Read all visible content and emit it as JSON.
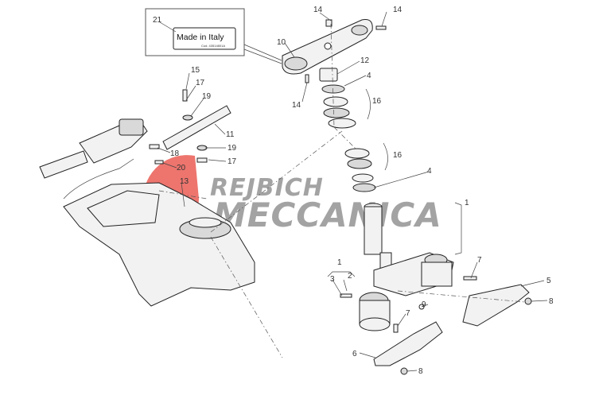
{
  "inset": {
    "label_text": "Made in Italy",
    "label_code": "Cod. 43514801A"
  },
  "watermark": {
    "line1": "REJBICH",
    "line2": "MECCANICA",
    "colors": {
      "logo_red": "#e8534a",
      "text_gray": "#6b6b6b"
    }
  },
  "callouts": [
    {
      "id": "c21",
      "text": "21"
    },
    {
      "id": "c14a",
      "text": "14"
    },
    {
      "id": "c14b",
      "text": "14"
    },
    {
      "id": "c10",
      "text": "10"
    },
    {
      "id": "c12",
      "text": "12"
    },
    {
      "id": "c14c",
      "text": "14"
    },
    {
      "id": "c4a",
      "text": "4"
    },
    {
      "id": "c16a",
      "text": "16"
    },
    {
      "id": "c15",
      "text": "15"
    },
    {
      "id": "c17a",
      "text": "17"
    },
    {
      "id": "c19a",
      "text": "19"
    },
    {
      "id": "c11",
      "text": "11"
    },
    {
      "id": "c18",
      "text": "18"
    },
    {
      "id": "c19b",
      "text": "19"
    },
    {
      "id": "c17b",
      "text": "17"
    },
    {
      "id": "c20",
      "text": "20"
    },
    {
      "id": "c13",
      "text": "13"
    },
    {
      "id": "c16b",
      "text": "16"
    },
    {
      "id": "c4b",
      "text": "4"
    },
    {
      "id": "c1a",
      "text": "1"
    },
    {
      "id": "c7a",
      "text": "7"
    },
    {
      "id": "c1b",
      "text": "1"
    },
    {
      "id": "c3",
      "text": "3"
    },
    {
      "id": "c2",
      "text": "2"
    },
    {
      "id": "c5",
      "text": "5"
    },
    {
      "id": "c8a",
      "text": "8"
    },
    {
      "id": "c9",
      "text": "9"
    },
    {
      "id": "c7b",
      "text": "7"
    },
    {
      "id": "c6",
      "text": "6"
    },
    {
      "id": "c8b",
      "text": "8"
    }
  ]
}
